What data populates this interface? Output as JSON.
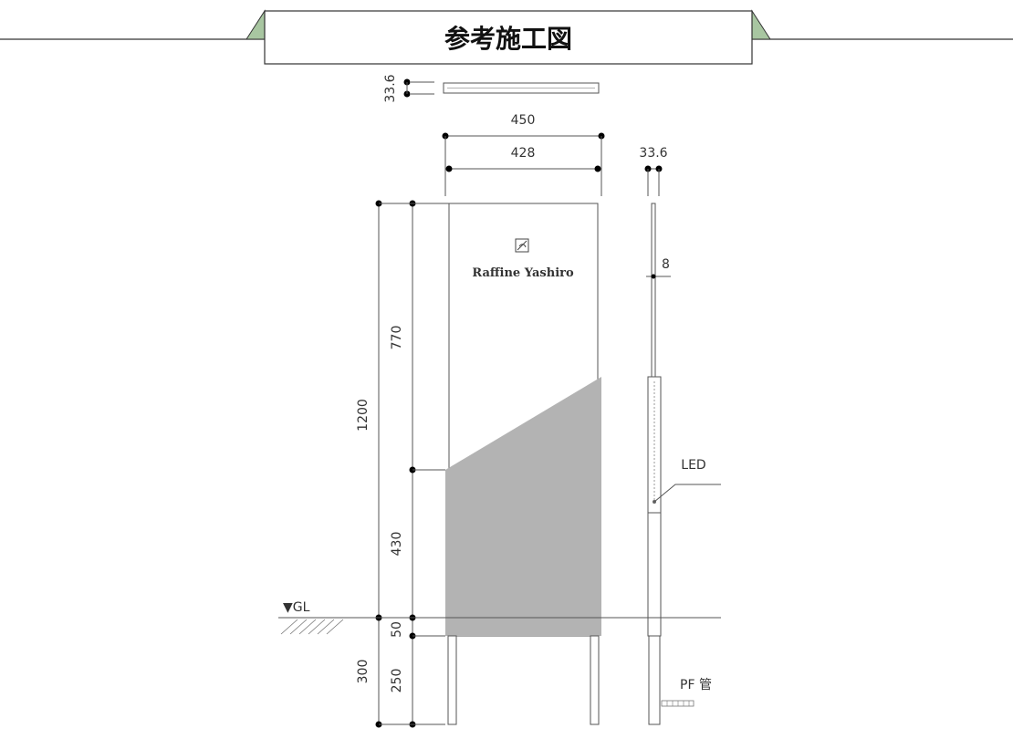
{
  "title": "参考施工図",
  "dimensions": {
    "top_thickness": "33.6",
    "outer_width": "450",
    "inner_width": "428",
    "side_thickness": "33.6",
    "panel_edge": "8",
    "total_height": "1200",
    "upper_height": "770",
    "lower_height": "430",
    "plinth_height": "50",
    "embed_depth": "250",
    "foundation_depth": "300"
  },
  "labels": {
    "ground_level": "▼GL",
    "led": "LED",
    "pf_pipe": "PF 管"
  },
  "sign": {
    "brand_text": "Raffine Yashiro"
  },
  "colors": {
    "title_ribbon_green": "#a8c6a1",
    "gray_panel": "#b3b3b3",
    "line": "#555555"
  }
}
